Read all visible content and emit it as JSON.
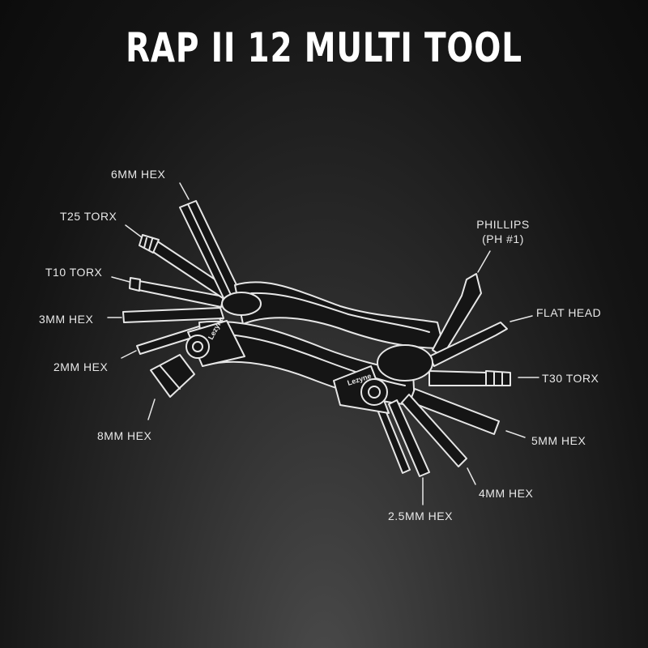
{
  "title": "RAP II 12 MULTI TOOL",
  "labels": {
    "hex6": "6MM HEX",
    "t25": "T25 TORX",
    "t10": "T10 TORX",
    "hex3": "3MM HEX",
    "hex2": "2MM HEX",
    "hex8": "8MM HEX",
    "phillips_1": "PHILLIPS",
    "phillips_2": "(PH #1)",
    "flat": "FLAT HEAD",
    "t30": "T30 TORX",
    "hex5": "5MM HEX",
    "hex4": "4MM HEX",
    "hex25": "2.5MM HEX"
  },
  "brand_mark": "Lezyne",
  "colors": {
    "background": "#141414",
    "line": "#e6e6e6",
    "text": "#ffffff"
  }
}
